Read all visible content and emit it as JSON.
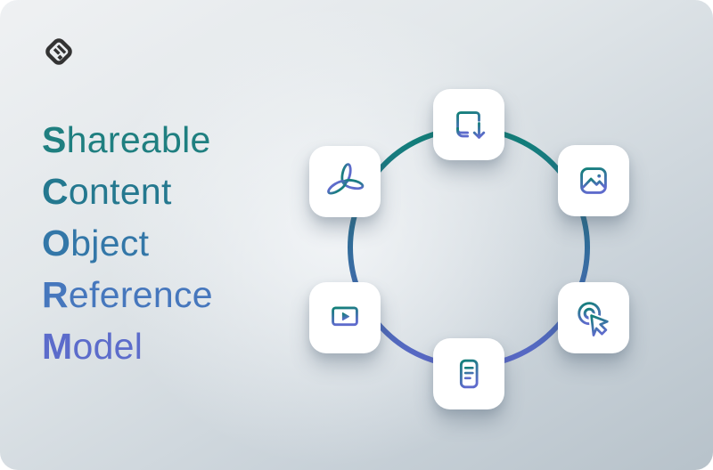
{
  "brand": {
    "logo_color": "#333333"
  },
  "background": {
    "top_left": "#eff1f3",
    "bottom_right": "#b7c2ca"
  },
  "title": {
    "full_text": "Shareable Content Object Reference Model",
    "acronym": "SCORM",
    "lines": [
      {
        "first_letter": "S",
        "rest": "hareable",
        "color": "#1f7f80"
      },
      {
        "first_letter": "C",
        "rest": "ontent",
        "color": "#24788f"
      },
      {
        "first_letter": "O",
        "rest": "bject",
        "color": "#3377a8"
      },
      {
        "first_letter": "R",
        "rest": "eference",
        "color": "#4677bd"
      },
      {
        "first_letter": "M",
        "rest": "odel",
        "color": "#5c6ccb"
      }
    ]
  },
  "diagram": {
    "ring": {
      "gradient_top": "#0f8077",
      "gradient_mid": "#2e6d96",
      "gradient_bottom": "#5b68c8",
      "stroke_width": 6
    },
    "icon_gradient": {
      "top": "#118077",
      "bottom": "#5e6bcc"
    },
    "nodes": [
      {
        "name": "package-export-icon",
        "position": "top"
      },
      {
        "name": "image-icon",
        "position": "top-right"
      },
      {
        "name": "click-cursor-icon",
        "position": "bottom-right"
      },
      {
        "name": "text-document-icon",
        "position": "bottom"
      },
      {
        "name": "video-player-icon",
        "position": "bottom-left"
      },
      {
        "name": "pdf-icon",
        "position": "top-left"
      }
    ]
  }
}
